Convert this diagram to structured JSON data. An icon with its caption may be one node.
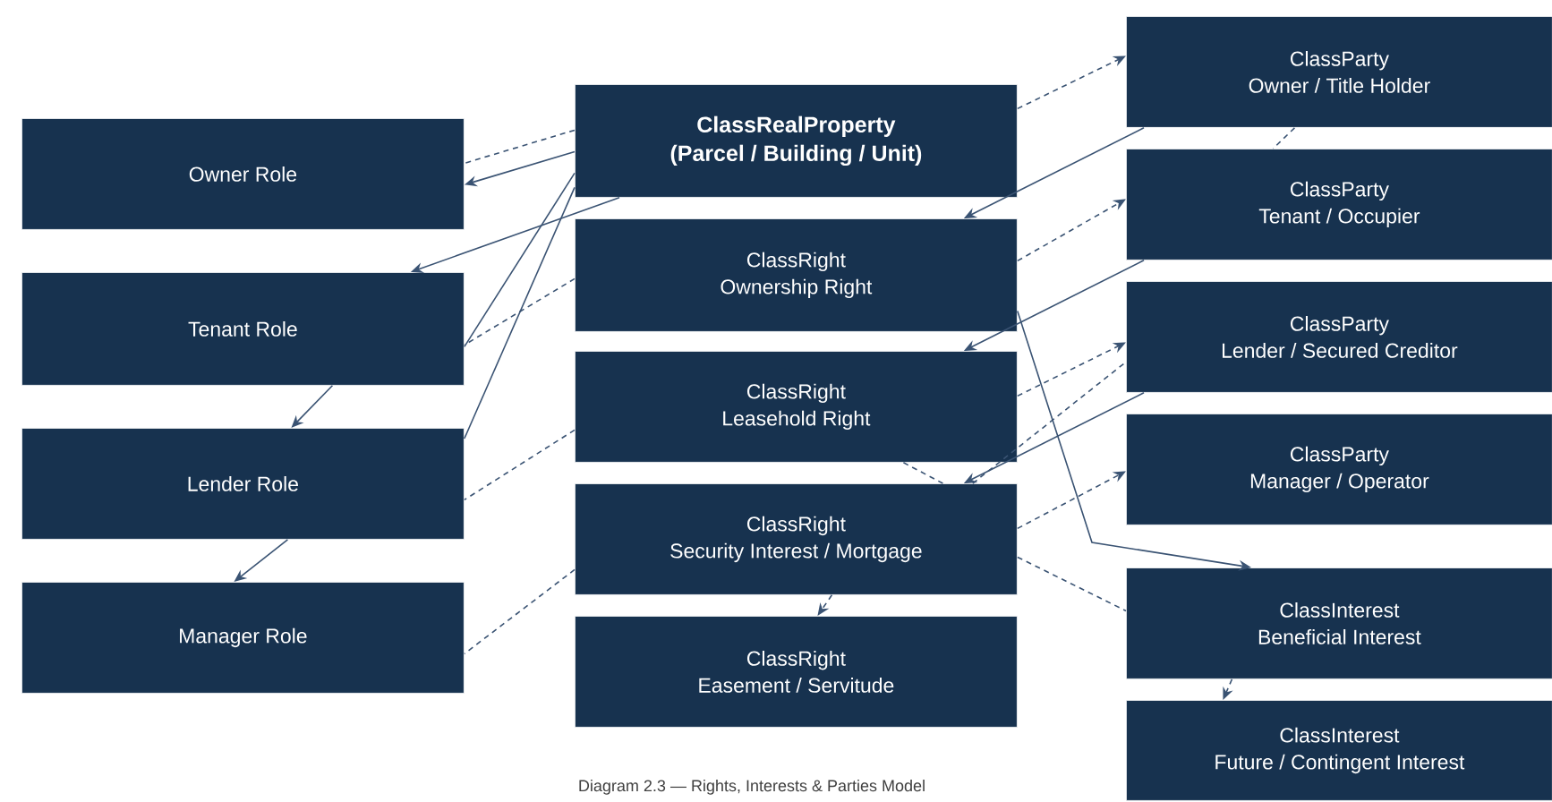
{
  "diagram": {
    "caption": "Diagram 2.3 — Rights, Interests & Parties Model",
    "nodes": [
      {
        "text": [
          "ClassRealProperty",
          "(Parcel / Building / Unit)"
        ]
      },
      {
        "text": [
          "Owner Role"
        ]
      },
      {
        "text": [
          "Tenant Role"
        ]
      },
      {
        "text": [
          "Lender Role"
        ]
      },
      {
        "text": [
          "Manager Role"
        ]
      },
      {
        "text": [
          "ClassRight",
          "Ownership Right"
        ]
      },
      {
        "text": [
          "ClassRight",
          "Leasehold Right"
        ]
      },
      {
        "text": [
          "ClassRight",
          "Security Interest / Mortgage"
        ]
      },
      {
        "text": [
          "ClassRight",
          "Easement / Servitude"
        ]
      },
      {
        "text": [
          "ClassParty",
          "Owner / Title Holder"
        ]
      },
      {
        "text": [
          "ClassParty",
          "Tenant / Occupier"
        ]
      },
      {
        "text": [
          "ClassParty",
          "Lender / Secured Creditor"
        ]
      },
      {
        "text": [
          "ClassParty",
          "Manager / Operator"
        ]
      },
      {
        "text": [
          "ClassInterest",
          "Beneficial Interest"
        ]
      },
      {
        "text": [
          "ClassInterest",
          "Future / Contingent Interest"
        ]
      }
    ],
    "edges": [
      {
        "from": 0,
        "to": 1,
        "arrow": "to"
      },
      {
        "from": 0,
        "to": 1,
        "arrow": "none",
        "style": "dashed"
      },
      {
        "from": 0,
        "to": 9,
        "arrow": "to",
        "style": "dashed"
      },
      {
        "from": 0,
        "to": 2,
        "arrow": "to"
      },
      {
        "from": 5,
        "to": 2,
        "arrow": "none",
        "style": "dashed"
      },
      {
        "from": 0,
        "to": 2,
        "arrow": "none"
      },
      {
        "from": 0,
        "to": 3,
        "arrow": "none"
      },
      {
        "from": 6,
        "to": 3,
        "arrow": "none",
        "style": "dashed"
      },
      {
        "from": 7,
        "to": 4,
        "arrow": "none",
        "style": "dashed"
      },
      {
        "from": 2,
        "to": 3,
        "arrow": "to"
      },
      {
        "from": 3,
        "to": 4,
        "arrow": "to"
      },
      {
        "from": 9,
        "to": 5,
        "arrow": "to"
      },
      {
        "from": 10,
        "to": 6,
        "arrow": "to"
      },
      {
        "from": 11,
        "to": 7,
        "arrow": "to"
      },
      {
        "from": 5,
        "to": 10,
        "arrow": "to",
        "style": "dashed"
      },
      {
        "from": 6,
        "to": 11,
        "arrow": "to",
        "style": "dashed"
      },
      {
        "from": 7,
        "to": 12,
        "arrow": "to",
        "style": "dashed"
      },
      {
        "from": 5,
        "to": 13,
        "arrow": "to"
      },
      {
        "from": 6,
        "to": 7,
        "arrow": "none",
        "style": "dashed"
      },
      {
        "from": 7,
        "to": 11,
        "arrow": "none",
        "style": "dashed"
      },
      {
        "from": 7,
        "to": 13,
        "arrow": "none",
        "style": "dashed"
      },
      {
        "from": 7,
        "to": 8,
        "arrow": "to",
        "style": "dashed"
      },
      {
        "from": 13,
        "to": 14,
        "arrow": "to",
        "style": "dashed"
      },
      {
        "from": 9,
        "to": 10,
        "arrow": "none",
        "style": "dashed"
      }
    ]
  }
}
